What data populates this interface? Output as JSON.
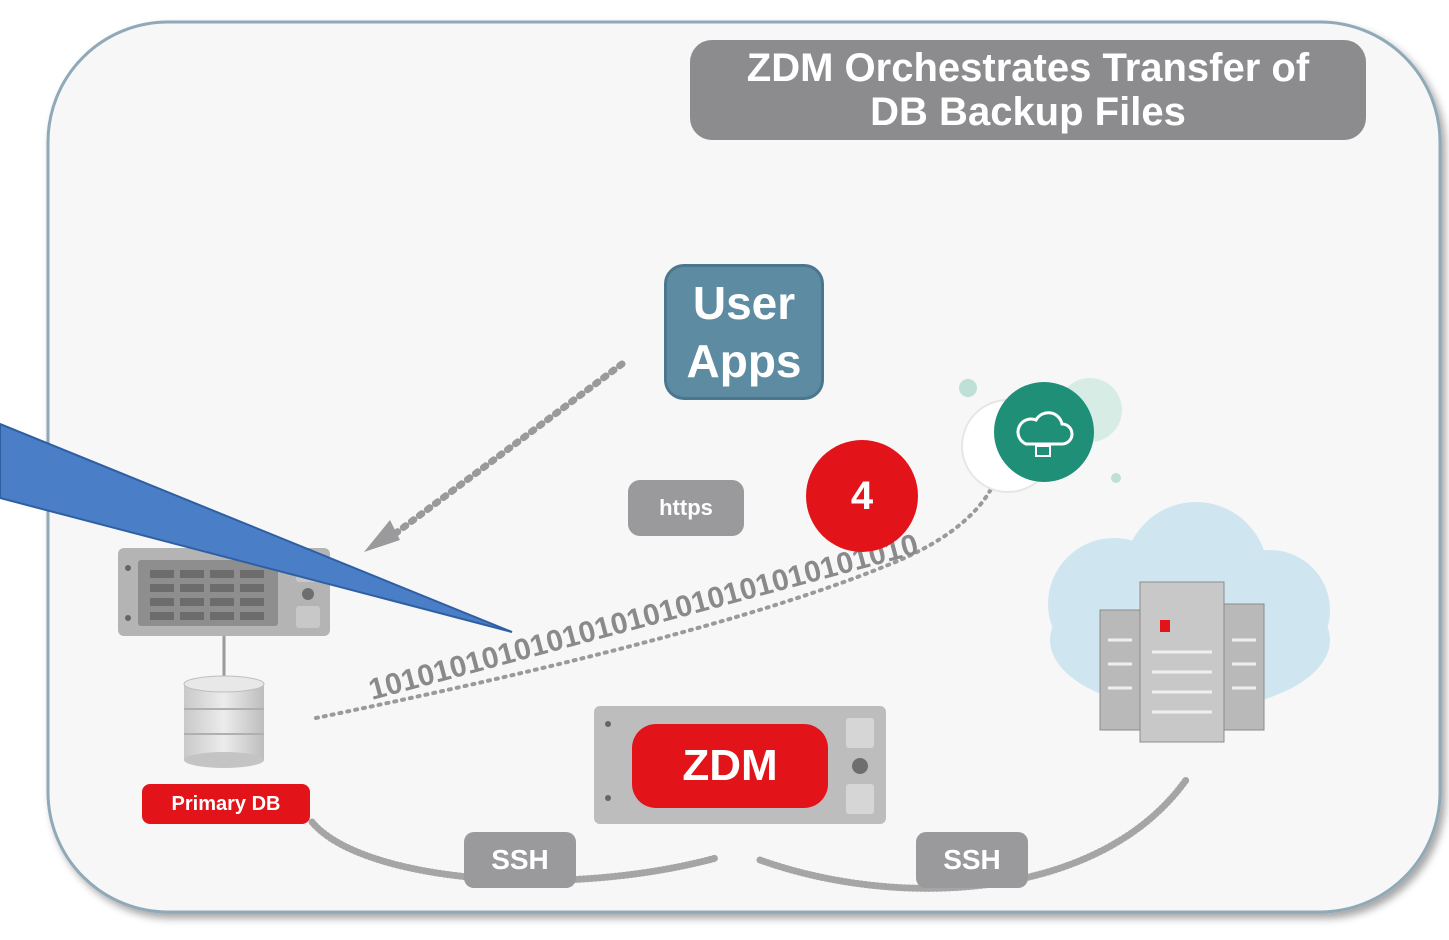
{
  "title": {
    "line1": "ZDM Orchestrates Transfer of",
    "line2": "DB Backup Files"
  },
  "user_apps": {
    "line1": "User",
    "line2": "Apps"
  },
  "https_label": "https",
  "step_number": "4",
  "binary_stream": "1010101010101010101010101010101010",
  "primary_db_label": "Primary DB",
  "zdm_label": "ZDM",
  "ssh_left_label": "SSH",
  "ssh_right_label": "SSH",
  "colors": {
    "oracle_red": "#e2141a",
    "badge_gray": "#9a9a9c",
    "apps_blue": "#5d8ba2",
    "cloud_teal": "#1f8f78",
    "cloud_blue": "#cfe6f0",
    "callout_blue": "#4a7ec6"
  }
}
